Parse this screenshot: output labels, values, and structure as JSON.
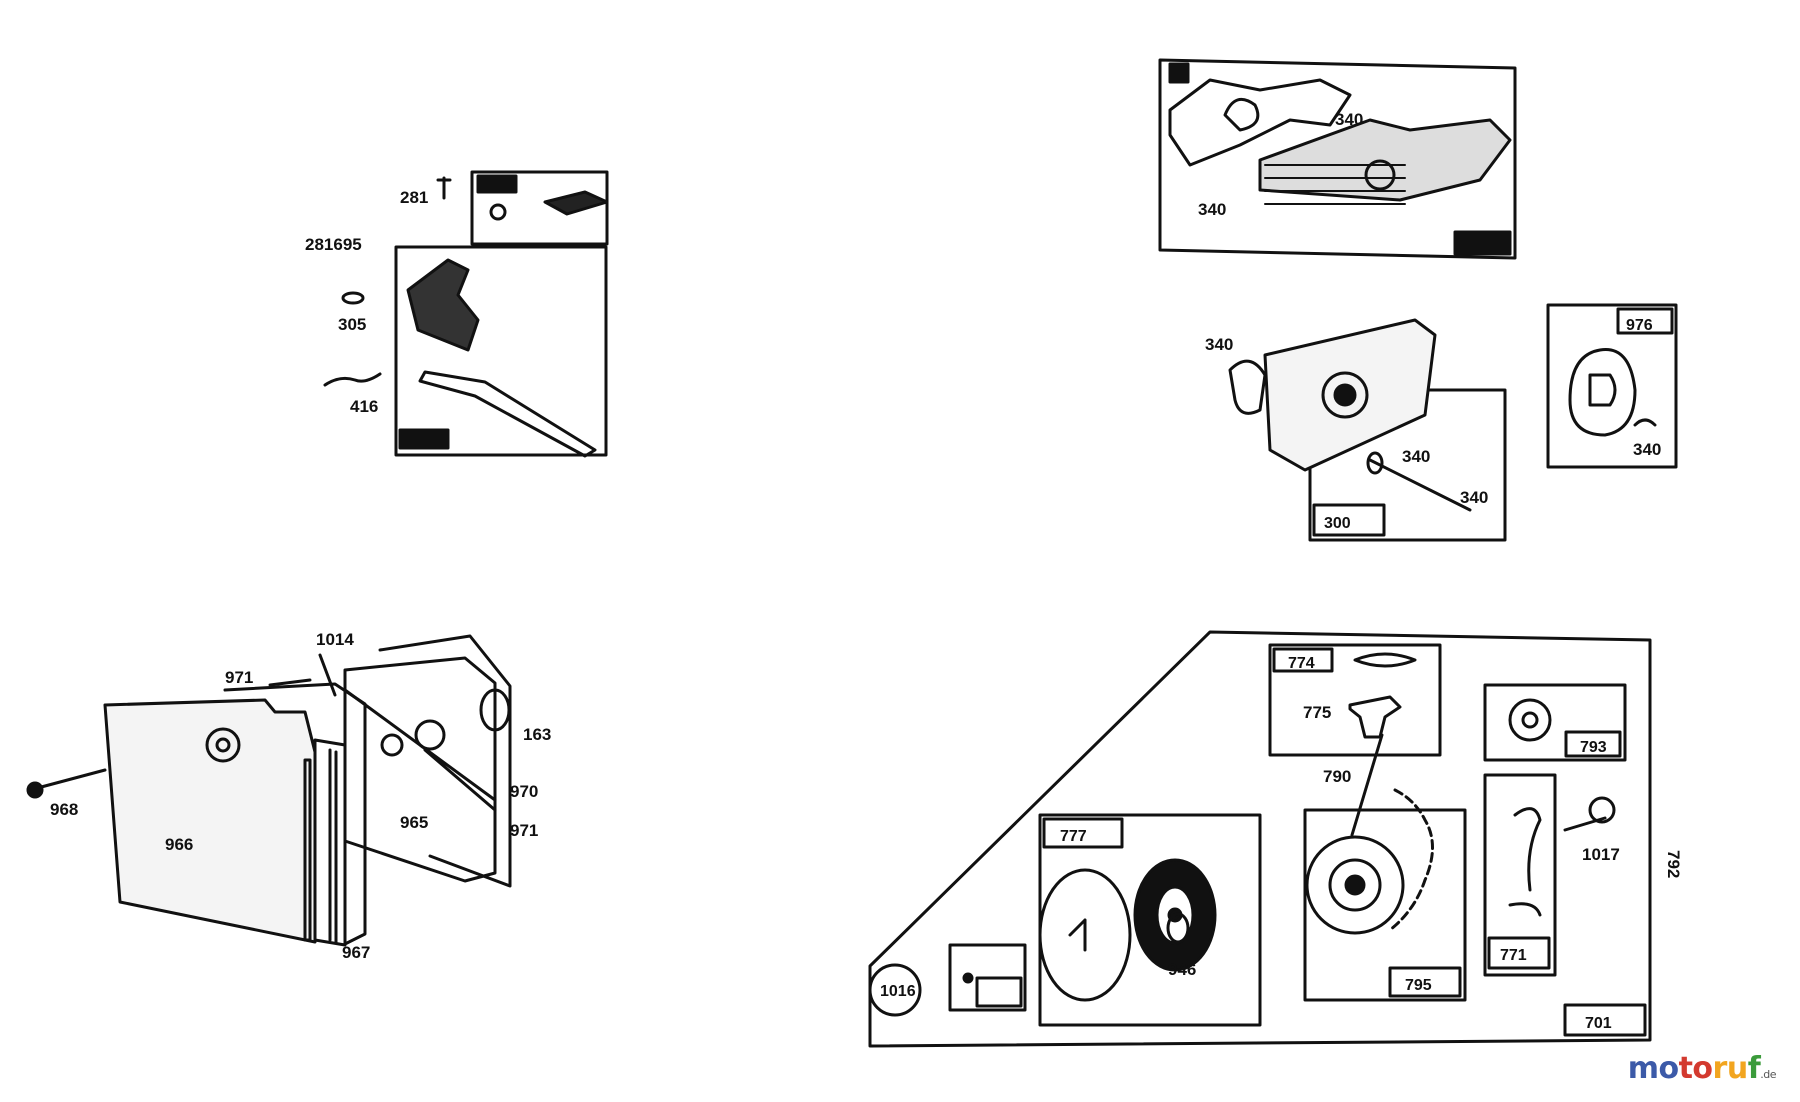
{
  "labels": {
    "g1_a": "281",
    "g1_b": "281695",
    "g1_c": "305",
    "g1_d": "416",
    "g2_a": "1014",
    "g2_b": "971",
    "g2_c": "163",
    "g2_d": "970",
    "g2_e": "971",
    "g2_f": "965",
    "g2_g": "968",
    "g2_h": "966",
    "g2_i": "967",
    "g3_a": "340",
    "g3_b": "340",
    "g4_a": "340",
    "g4_b": "340",
    "g4_c": "340",
    "g4_d": "300",
    "g5_a": "976",
    "g5_b": "340",
    "g6_a": "774",
    "g6_b": "775",
    "g6_c": "790",
    "g6_d": "777",
    "g6_e": "946",
    "g6_f": "795",
    "g6_g": "771",
    "g6_h": "1017",
    "g6_i": "793",
    "g6_j": "1016",
    "g6_k": "701",
    "g6_l": "792"
  },
  "watermark": {
    "p1": "mo",
    "p2": "to",
    "p3": "ru",
    "p4": "f",
    "suffix": ".de"
  }
}
